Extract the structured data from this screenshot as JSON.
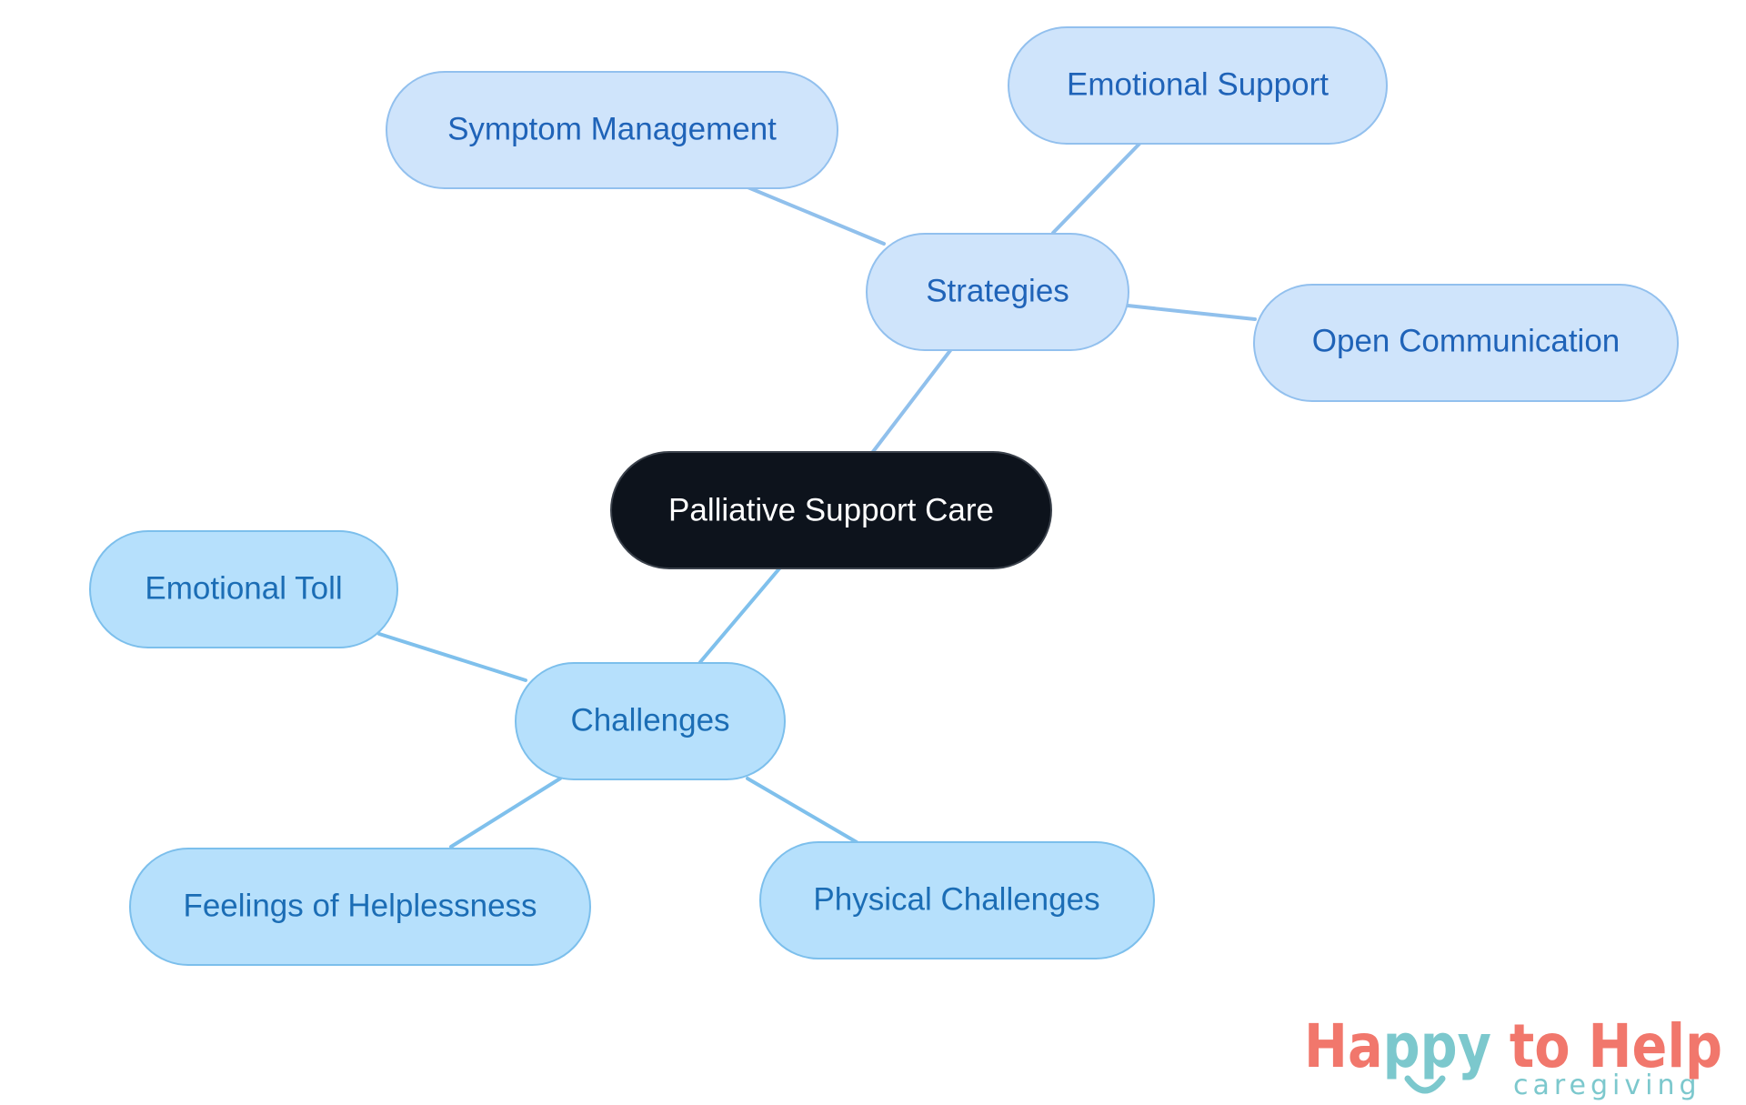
{
  "diagram": {
    "root": {
      "label": "Palliative Support Care"
    },
    "branches": [
      {
        "id": "strategies",
        "label": "Strategies",
        "children": [
          {
            "id": "symptom",
            "label": "Symptom Management"
          },
          {
            "id": "emotional-support",
            "label": "Emotional Support"
          },
          {
            "id": "open-communication",
            "label": "Open Communication"
          }
        ]
      },
      {
        "id": "challenges",
        "label": "Challenges",
        "children": [
          {
            "id": "emotional-toll",
            "label": "Emotional Toll"
          },
          {
            "id": "helplessness",
            "label": "Feelings of Helplessness"
          },
          {
            "id": "physical",
            "label": "Physical Challenges"
          }
        ]
      }
    ]
  },
  "logo": {
    "line1_part1": "Ha",
    "line1_part2": "ppy",
    "line1_part3": " to Help",
    "line2": "caregiving",
    "colors": {
      "coral": "#f1776c",
      "teal": "#7cc8cd"
    }
  }
}
